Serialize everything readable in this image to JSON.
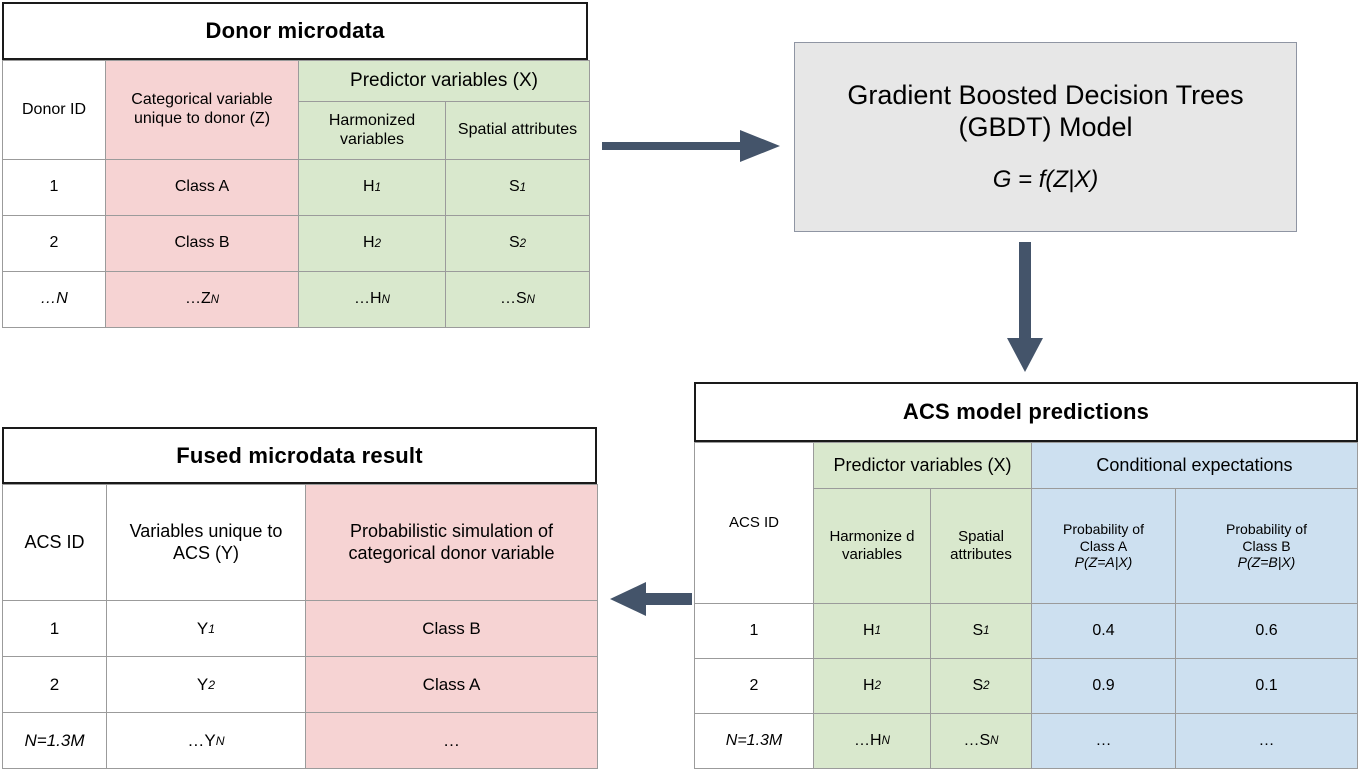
{
  "diagram": {
    "colors": {
      "pink": "#f6d3d3",
      "green": "#d9e8cd",
      "blue": "#cde0f0",
      "model_box": "#e7e7e7",
      "arrow": "#44546a",
      "border": "#9b9b9b"
    }
  },
  "donor_table": {
    "title": "Donor microdata",
    "headers": {
      "id": "Donor ID",
      "categorical": "Categorical variable unique to donor (Z)",
      "predictor_group": "Predictor variables (X)",
      "harmonized": "Harmonized variables",
      "spatial": "Spatial attributes"
    },
    "rows": [
      {
        "id": "1",
        "z": "Class A",
        "h": "H",
        "h_sub": "1",
        "s": "S",
        "s_sub": "1"
      },
      {
        "id": "2",
        "z": "Class B",
        "h": "H",
        "h_sub": "2",
        "s": "S",
        "s_sub": "2"
      },
      {
        "id": "…N",
        "z": "…Z",
        "h": "…H",
        "h_sub": "N",
        "s": "…S",
        "s_sub": "N",
        "z_sub": "N"
      }
    ]
  },
  "model_box": {
    "title_line1": "Gradient Boosted Decision Trees",
    "title_line2": "(GBDT) Model",
    "equation": "G = f(Z|X)"
  },
  "acs_table": {
    "title": "ACS model predictions",
    "headers": {
      "id": "ACS ID",
      "predictor_group": "Predictor variables (X)",
      "harmonized": "Harmonize d variables",
      "spatial": "Spatial attributes",
      "conditional_group": "Conditional expectations",
      "prob_a_line1": "Probability of",
      "prob_a_line2": "Class A",
      "prob_a_line3": "P(Z=A|X)",
      "prob_b_line1": "Probability of",
      "prob_b_line2": "Class B",
      "prob_b_line3": "P(Z=B|X)"
    },
    "rows": [
      {
        "id": "1",
        "h": "H",
        "h_sub": "1",
        "s": "S",
        "s_sub": "1",
        "pa": "0.4",
        "pb": "0.6"
      },
      {
        "id": "2",
        "h": "H",
        "h_sub": "2",
        "s": "S",
        "s_sub": "2",
        "pa": "0.9",
        "pb": "0.1"
      },
      {
        "id": "N=1.3M",
        "h": "…H",
        "h_sub": "N",
        "s": "…S",
        "s_sub": "N",
        "pa": "…",
        "pb": "…"
      }
    ]
  },
  "fused_table": {
    "title": "Fused microdata result",
    "headers": {
      "id": "ACS ID",
      "unique": "Variables unique to ACS (Y)",
      "simulation": "Probabilistic simulation of categorical donor variable"
    },
    "rows": [
      {
        "id": "1",
        "y": "Y",
        "y_sub": "1",
        "sim": "Class B"
      },
      {
        "id": "2",
        "y": "Y",
        "y_sub": "2",
        "sim": "Class A"
      },
      {
        "id": "N=1.3M",
        "y": "…Y",
        "y_sub": "N",
        "sim": "…"
      }
    ]
  },
  "arrows": {
    "donor_to_model": "arrow-right",
    "model_to_acs": "arrow-down",
    "acs_to_fused": "arrow-left"
  }
}
